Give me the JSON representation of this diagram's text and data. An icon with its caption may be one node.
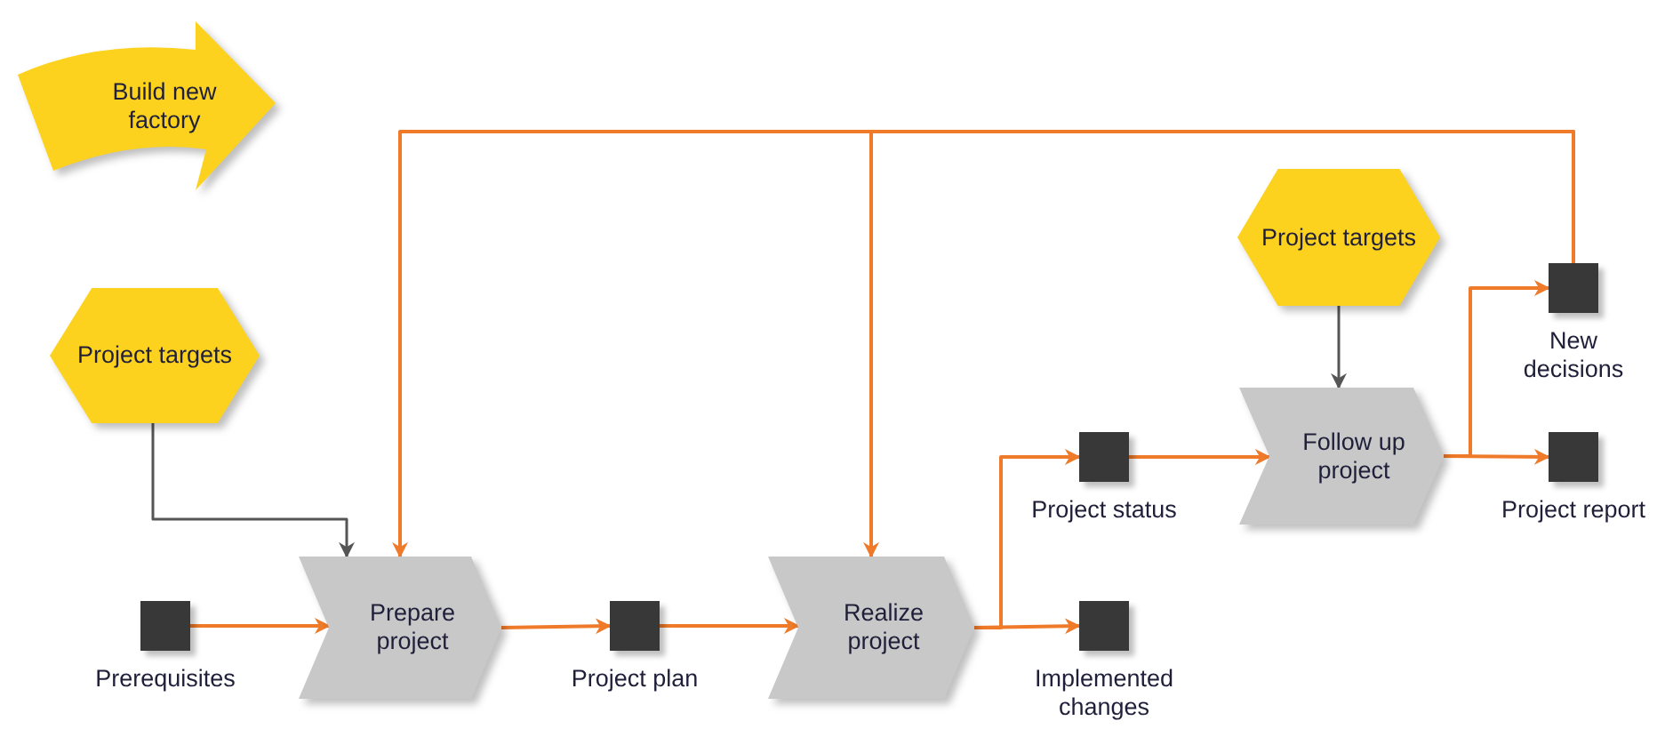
{
  "diagram": {
    "nodes": [
      {
        "text": [
          "Build new factory"
        ]
      },
      {
        "text": [
          "Project targets"
        ]
      },
      {
        "text": [
          "Prerequisites"
        ]
      },
      {
        "text": [
          "Prepare project"
        ]
      },
      {
        "text": [
          "Project plan"
        ]
      },
      {
        "text": [
          "Realize project"
        ]
      },
      {
        "text": [
          "Project status"
        ]
      },
      {
        "text": [
          "Implemented changes"
        ]
      },
      {
        "text": [
          "Project targets"
        ]
      },
      {
        "text": [
          "Follow up project"
        ]
      },
      {
        "text": [
          "New decisions"
        ]
      },
      {
        "text": [
          "Project report"
        ]
      }
    ],
    "edges": [
      {
        "from": 1,
        "to": 3,
        "arrow": "to",
        "color": "#555555"
      },
      {
        "from": 2,
        "to": 3,
        "arrow": "to"
      },
      {
        "from": 3,
        "to": 4,
        "arrow": "to"
      },
      {
        "from": 4,
        "to": 5,
        "arrow": "to"
      },
      {
        "from": 5,
        "to": 6,
        "arrow": "to"
      },
      {
        "from": 5,
        "to": 7,
        "arrow": "to"
      },
      {
        "from": 6,
        "to": 9,
        "arrow": "to"
      },
      {
        "from": 8,
        "to": 9,
        "arrow": "to",
        "color": "#555555"
      },
      {
        "from": 9,
        "to": 10,
        "arrow": "to"
      },
      {
        "from": 9,
        "to": 11,
        "arrow": "to"
      },
      {
        "from": 10,
        "to": 3,
        "arrow": "to"
      },
      {
        "from": 10,
        "to": 5,
        "arrow": "to"
      }
    ]
  }
}
